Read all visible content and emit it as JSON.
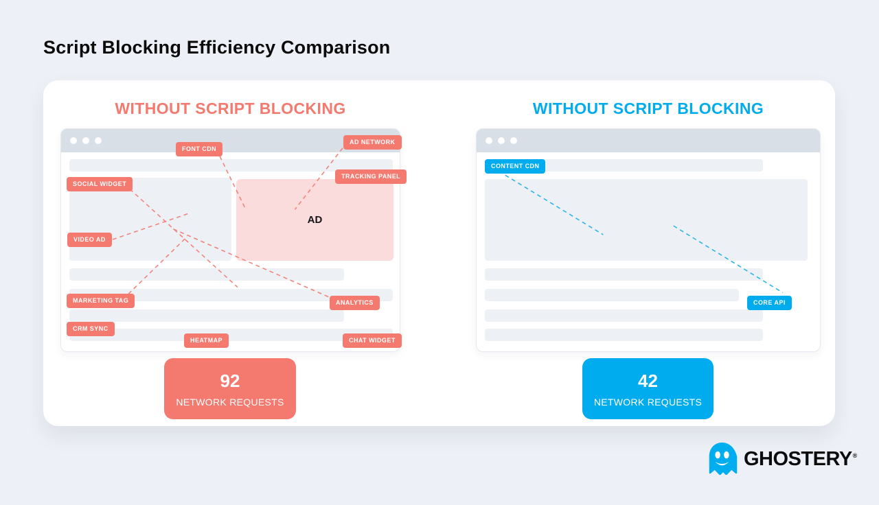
{
  "page": {
    "title": "Script Blocking Efficiency Comparison"
  },
  "panels": {
    "left": {
      "heading": "WITHOUT SCRIPT BLOCKING",
      "accent_color": "#F4796F",
      "ad_fill_color": "#FBDCDC",
      "browser": {
        "ad_label": "AD",
        "badges": {
          "font_cdn": "FONT CDN",
          "ad_network": "AD NETWORK",
          "social_widget": "SOCIAL WIDGET",
          "tracking_panel": "TRACKING PANEL",
          "video_ad": "VIDEO AD",
          "marketing_tag": "MARKETING TAG",
          "analytics": "ANALYTICS",
          "crm_sync": "CRM SYNC",
          "heatmap": "HEATMAP",
          "chat_widget": "CHAT WIDGET"
        }
      },
      "stat": {
        "value": "92",
        "label": "NETWORK REQUESTS"
      }
    },
    "right": {
      "heading": "WITHOUT SCRIPT BLOCKING",
      "accent_color": "#00ACEE",
      "browser": {
        "badges": {
          "content_cdn": "CONTENT CDN",
          "core_api": "CORE API"
        }
      },
      "stat": {
        "value": "42",
        "label": "NETWORK REQUESTS"
      }
    }
  },
  "brand": {
    "wordmark": "GHOSTERY",
    "registered_mark": "®",
    "color": "#00AEF0"
  }
}
